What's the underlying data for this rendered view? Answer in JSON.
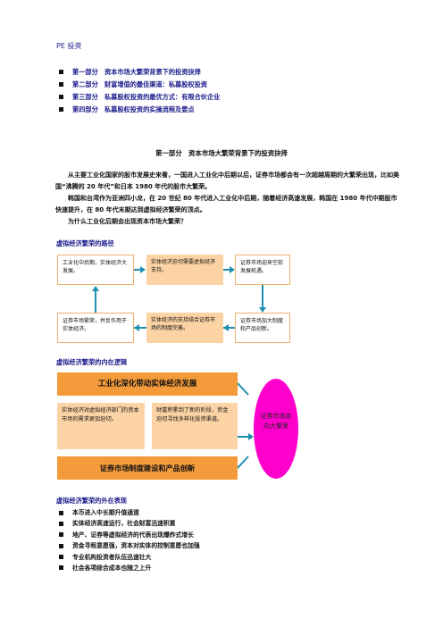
{
  "doc_title": "PE 投资",
  "toc": [
    "第一部分　资本市场大繁荣背景下的投资抉择",
    "第二部分　财富增值的最佳渠道：私募股权投资",
    "第三部分　私募股权投资的最优方式：有限合伙企业",
    "第四部分　私募股权投资的实操流程及要点"
  ],
  "section_title": "第一部分　资本市场大繁荣背景下的投资抉择",
  "para1": "从主要工业化国家的股市发展史来看，一国进入工业化中后期以后，证券市场都会有一次超越周期的大繁荣出现，比如美国“沸腾的 20 年代”和日本 1980 年代的股市大繁荣。",
  "para2": "韩国和台湾作为亚洲四小龙，在 20 世纪 80 年代进入工业化中后期，随着经济高速发展，韩国在 1980 年代中期股市快速提升，在 80 年代末期达到虚拟经济繁荣的顶点。",
  "para3": "为什么工业化后期会出现资本市场大繁荣？",
  "diagram1": {
    "heading": "虚拟经济繁荣的路径",
    "box1": "工业化中后期，实体经济大发展。",
    "box2": "实体经济迫切需要虚拟经济支持。",
    "box3": "证券市场迎来空前发展机遇。",
    "box4": "证券市场加大制度和产品创新。",
    "box5": "实体经济的支持结合证券市场的制度完善。",
    "box6": "证券市场繁荣，并反作用于实体经济。"
  },
  "diagram2": {
    "heading": "虚拟经济繁荣的内在逻辑",
    "top_band": "工业化深化带动实体经济发展",
    "box_left": "实体经济对虚拟经济部门的资本市场的需求更加迫切。",
    "box_right": "财富积累到了新的阶段，资金迫切寻找多样化投资渠道。",
    "bottom_band": "证券市场制度建设和产品创新",
    "circle": "证券市场走向大繁荣"
  },
  "outer_heading": "虚拟经济繁荣的外在表现",
  "outer_list": [
    "本币进入中长期升值通道",
    "实体经济高速运行，社会财富迅速积累",
    "地产、证券等虚拟经济的代表出现爆炸式增长",
    "资金寻租意愿强，资本对实体的控制意愿也加强",
    "专业机构投资者队伍迅速壮大",
    "社会各项综合成本也随之上升"
  ],
  "colors": {
    "accent_blue": "#1a1a8c",
    "arrow": "#1e8fb0",
    "peach": "#fbd3a4",
    "orange": "#f39a3a",
    "magenta": "#ff00cc"
  }
}
